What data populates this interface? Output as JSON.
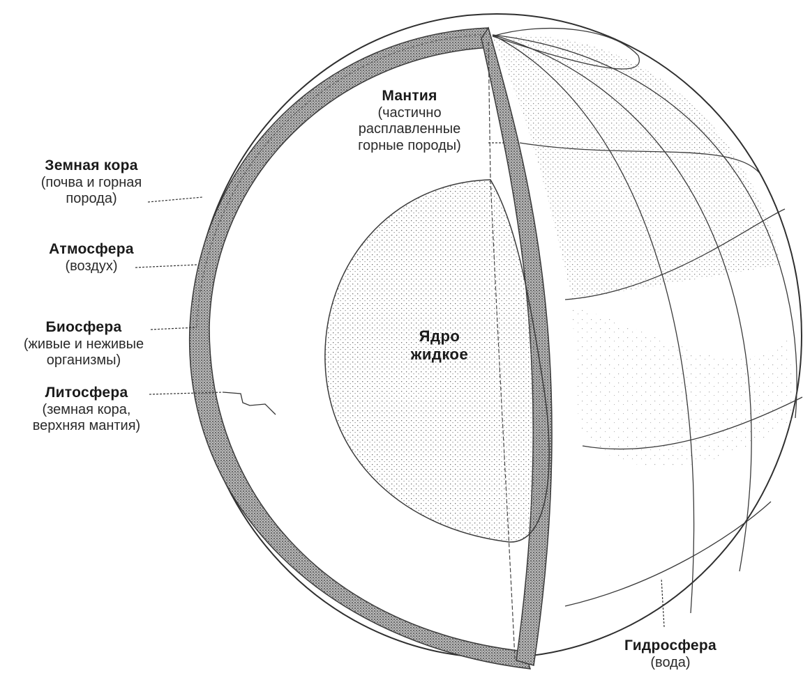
{
  "labels": {
    "mantle": {
      "title": "Мантия",
      "l1": "(частично",
      "l2": "расплавленные",
      "l3": "горные породы)"
    },
    "crust": {
      "title": "Земная кора",
      "l1": "(почва и горная",
      "l2": "порода)"
    },
    "atmosphere": {
      "title": "Атмосфера",
      "l1": "(воздух)"
    },
    "biosphere": {
      "title": "Биосфера",
      "l1": "(живые и неживые",
      "l2": "организмы)"
    },
    "lithosphere": {
      "title": "Литосфера",
      "l1": "(земная кора,",
      "l2": "верхняя мантия)"
    },
    "core": {
      "l1": "Ядро",
      "l2": "жидкое"
    },
    "hydrosphere": {
      "title": "Гидросфера",
      "l1": "(вода)"
    }
  },
  "colors": {
    "line": "#333333",
    "stipple": "#777777",
    "background": "#ffffff"
  }
}
